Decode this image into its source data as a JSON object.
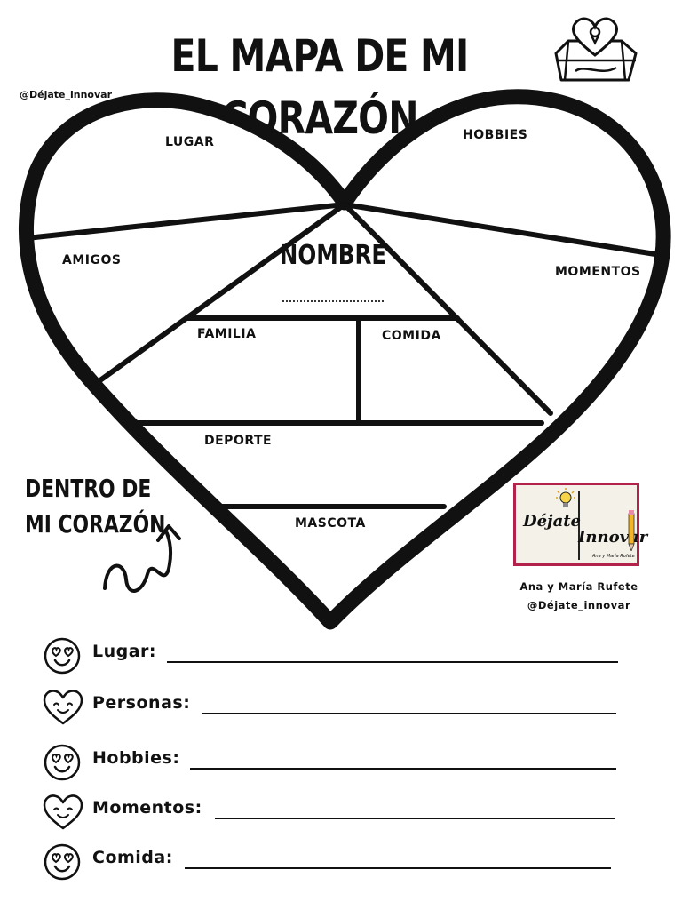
{
  "header": {
    "title": "EL MAPA DE MI CORAZÓN",
    "handle": "@Déjate_innovar",
    "icon": "heart-map-icon"
  },
  "heart": {
    "sections": {
      "lugar": "LUGAR",
      "hobbies": "HOBBIES",
      "amigos": "AMIGOS",
      "momentos": "MOMENTOS",
      "nombre": "NOMBRE",
      "familia": "FAMILIA",
      "comida": "COMIDA",
      "deporte": "DEPORTE",
      "mascota": "MASCOTA"
    }
  },
  "side_note": {
    "line1": "DENTRO DE",
    "line2": "MI CORAZÓN"
  },
  "logo": {
    "word1": "Déjate",
    "word2": "Innovar",
    "subtitle": "Ana y María Rufete",
    "border_color": "#b3224a"
  },
  "authors": {
    "names": "Ana y María Rufete",
    "handle": "@Déjate_innovar"
  },
  "questions": [
    {
      "label": "Lugar:",
      "icon": "smiling-heart-eyes-face-icon"
    },
    {
      "label": "Personas:",
      "icon": "smiling-heart-icon"
    },
    {
      "label": "Hobbies:",
      "icon": "smiling-heart-eyes-face-icon"
    },
    {
      "label": "Momentos:",
      "icon": "smiling-heart-icon"
    },
    {
      "label": "Comida:",
      "icon": "smiling-heart-eyes-face-icon"
    }
  ]
}
